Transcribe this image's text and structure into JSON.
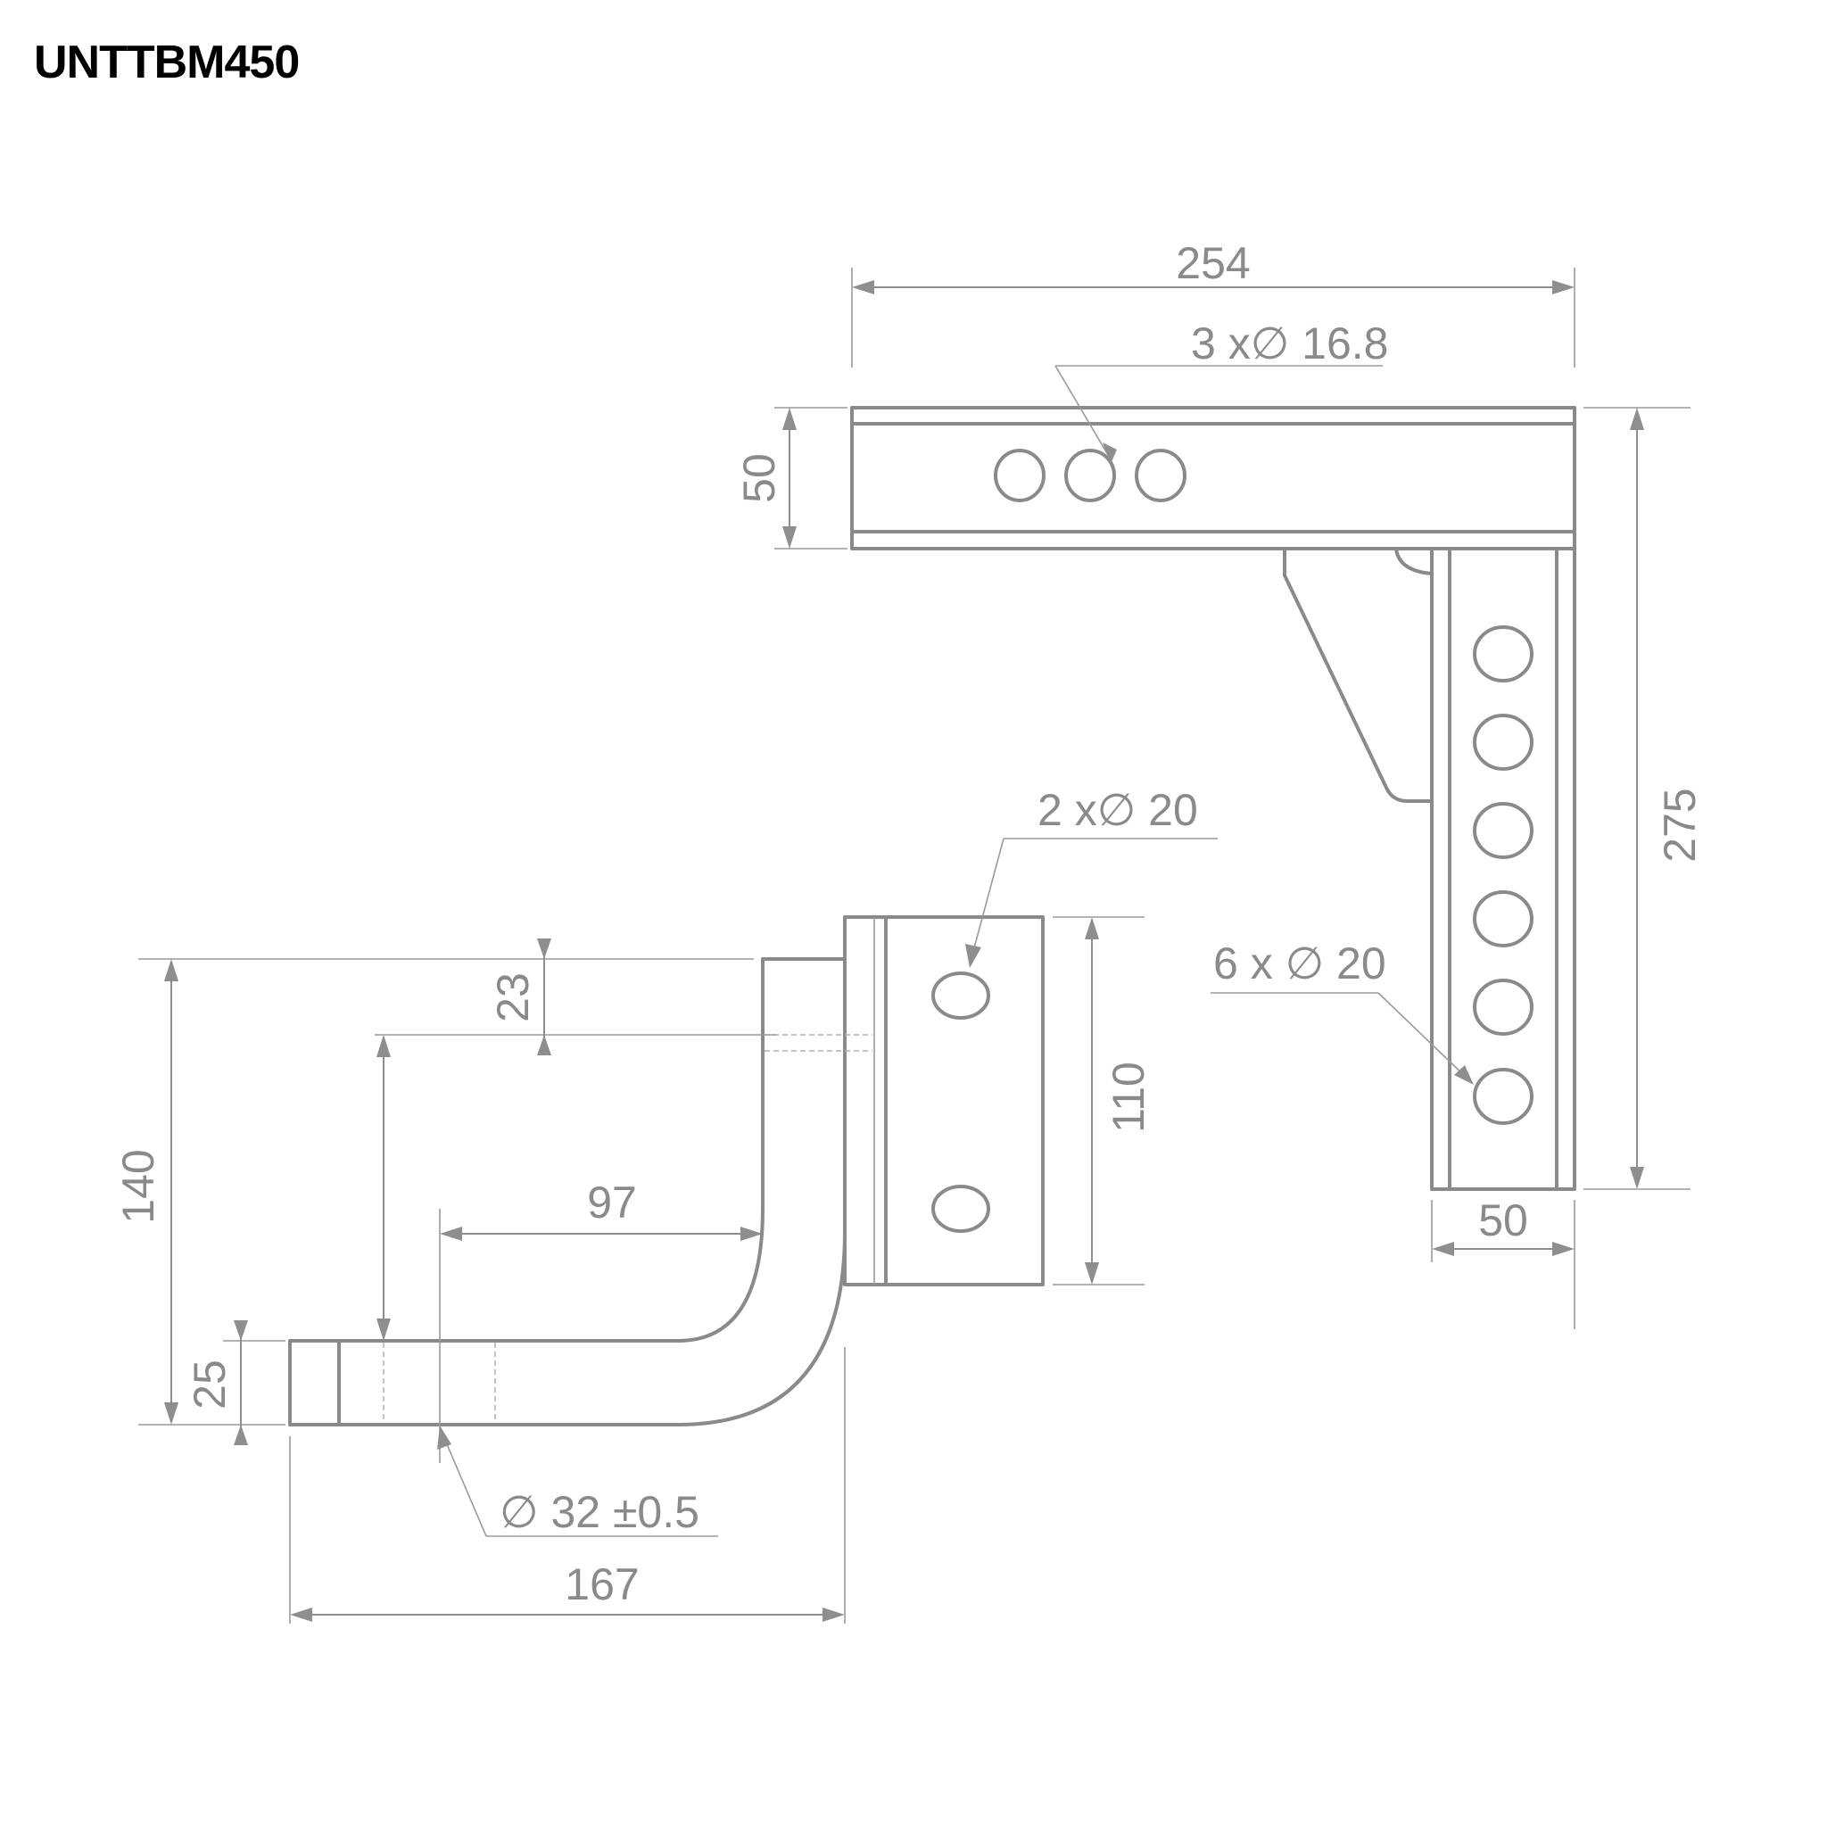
{
  "title": "UNTTBM450",
  "drawing": {
    "colors": {
      "line": "#8a8a8a",
      "title": "#000000",
      "background": "#ffffff"
    },
    "shank": {
      "length": "254",
      "height": "50",
      "holes_callout": "3 x∅ 16.8"
    },
    "drop_bar": {
      "height": "275",
      "width": "50",
      "holes_callout": "6 x ∅ 20"
    },
    "ball_mount": {
      "plate_holes_callout": "2 x∅ 20",
      "plate_height": "110",
      "top_offset": "23",
      "overall_height": "140",
      "tongue_thickness": "25",
      "reach_to_hole": "97",
      "overall_length": "167",
      "ball_hole_callout": "∅ 32 ±0.5"
    }
  }
}
